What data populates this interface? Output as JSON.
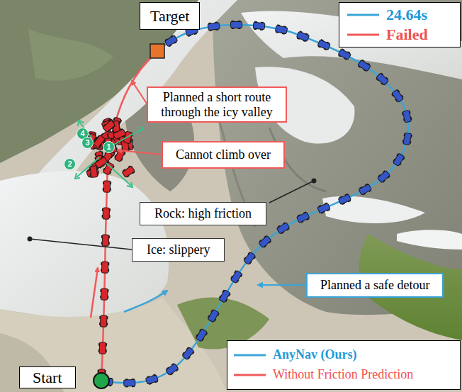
{
  "diagram": {
    "nodes": [
      {
        "text": [
          "Target"
        ]
      },
      {
        "text": [
          "Planned a short route through the icy valley"
        ]
      },
      {
        "text": [
          "Cannot climb over"
        ]
      },
      {
        "text": [
          "Rock: high friction"
        ]
      },
      {
        "text": [
          "Ice: slippery"
        ]
      },
      {
        "text": [
          "Planned a safe detour"
        ]
      },
      {
        "text": [
          "Start"
        ]
      }
    ],
    "labels": [
      "4",
      "3",
      "1",
      "2"
    ],
    "legend": [
      {
        "text": "24.64s"
      },
      {
        "text": "Failed"
      },
      {
        "text": "AnyNav (Ours)"
      },
      {
        "text": "Without Friction Prediction"
      }
    ]
  }
}
